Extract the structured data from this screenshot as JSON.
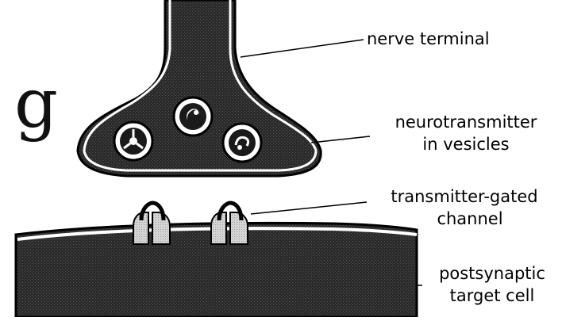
{
  "fragment_text": "g",
  "labels": {
    "nerve_terminal": "nerve terminal",
    "neurotransmitter_line1": "neurotransmitter",
    "neurotransmitter_line2": "in vesicles",
    "channel_line1": "transmitter-gated",
    "channel_line2": "channel",
    "target_line1": "postsynaptic",
    "target_line2": "target cell"
  },
  "colors": {
    "cytoplasm": "#2b2b2b",
    "membrane": "#ffffff",
    "outline": "#000000",
    "channel": "#cfcfcf"
  }
}
